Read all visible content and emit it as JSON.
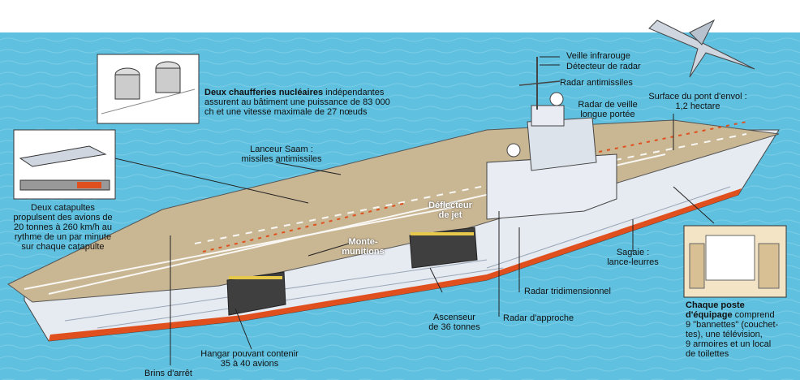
{
  "labels": {
    "veille_ir": "Veille infrarouge",
    "detecteur_radar": "Détecteur de radar",
    "radar_antimissiles": "Radar antimissiles",
    "radar_veille": "Radar de veille\nlongue portée",
    "surface_pont": "Surface du pont d'envol :\n1,2 hectare",
    "lanceur_saam": "Lanceur Saam :\nmissiles antimissiles",
    "deflecteur": "Déflecteur\nde jet",
    "monte_munitions": "Monte-\nmunitions",
    "sagaie": "Sagaie :\nlance-leurres",
    "radar_tri": "Radar tridimensionnel",
    "radar_approche": "Radar d'approche",
    "ascenseur": "Ascenseur\nde 36 tonnes",
    "hangar": "Hangar pouvant contenir\n35 à 40 avions",
    "brins": "Brins d'arrêt"
  },
  "chaufferies": {
    "title": "Deux chaufferies nucléaires",
    "text": " indépendantes assurent au bâtiment une puissance de 83 000 ch et une vitesse maximale de 27 nœuds"
  },
  "catapultes": {
    "text": "Deux catapultes\npropulsent des avions de\n20 tonnes à 260 km/h au\nrythme de un par minute\nsur chaque catapulte"
  },
  "poste": {
    "title": "Chaque poste\nd'équipage",
    "text": " comprend\n9 \"bannettes\" (couchet-\ntes), une télévision,\n9 armoires et un local\nde toilettes"
  },
  "colors": {
    "sea": "#5fc0df",
    "deck": "#c8b595",
    "hull": "#e8ecf2",
    "waterline": "#e0501e"
  }
}
